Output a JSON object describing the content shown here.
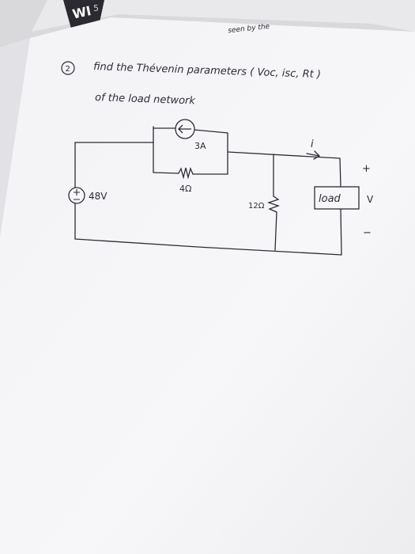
{
  "problem": {
    "number": "2",
    "line1": "find  the  Thévenin  parameters  ( Voc, isc, Rt )",
    "line2": "of  the  load  network"
  },
  "top_note": "seen  by  the",
  "corner_text": "WI",
  "corner_text2": "5",
  "circuit": {
    "voltage_source_label": "48V",
    "current_source_label": "3A",
    "series_resistor_label": "4Ω",
    "shunt_resistor_label": "12Ω",
    "load_label": "load",
    "current_label": "i",
    "voltage_label": "V",
    "plus_sign": "+",
    "minus_sign": "−"
  },
  "colors": {
    "ink": "#2c2c36",
    "paper": "#f7f7f9",
    "background": "#d9d9dc"
  }
}
